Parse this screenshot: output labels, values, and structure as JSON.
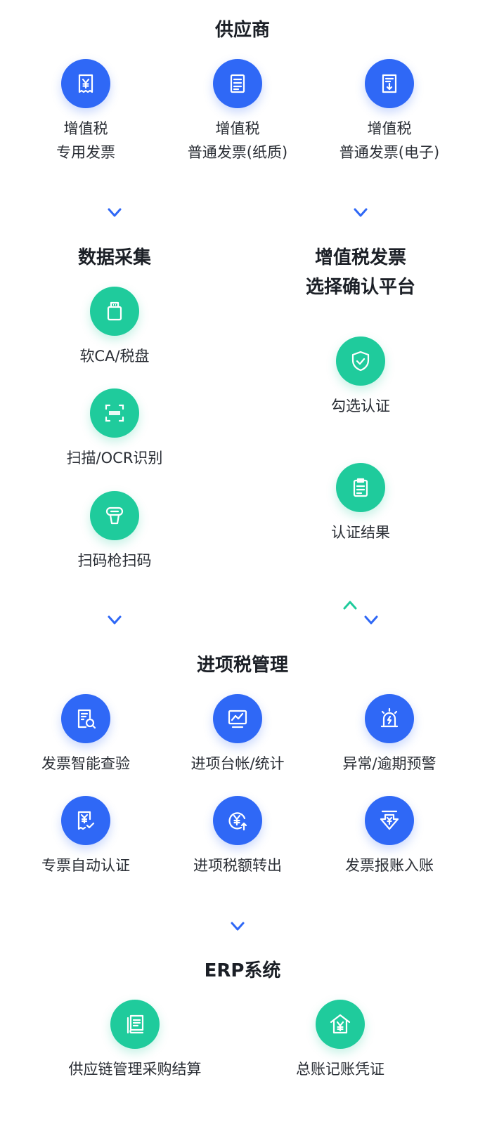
{
  "colors": {
    "blue": "#2f68f6",
    "green": "#1fcb9c",
    "text": "#2a2e35",
    "heading": "#1b1f26"
  },
  "supplier": {
    "title": "供应商",
    "items": [
      {
        "line1": "增值税",
        "line2": "专用发票",
        "icon": "vat-invoice-icon"
      },
      {
        "line1": "增值税",
        "line2": "普通发票(纸质)",
        "icon": "paper-invoice-icon"
      },
      {
        "line1": "增值税",
        "line2": "普通发票(电子)",
        "icon": "electronic-invoice-icon"
      }
    ]
  },
  "collection": {
    "title": "数据采集",
    "items": [
      {
        "label": "软CA/税盘",
        "icon": "tax-disk-icon"
      },
      {
        "label": "扫描/OCR识别",
        "icon": "scan-icon"
      },
      {
        "label": "扫码枪扫码",
        "icon": "barcode-gun-icon"
      }
    ]
  },
  "platform": {
    "title_line1": "增值税发票",
    "title_line2": "选择确认平台",
    "items": [
      {
        "label": "勾选认证",
        "icon": "shield-check-icon"
      },
      {
        "label": "认证结果",
        "icon": "clipboard-icon"
      }
    ]
  },
  "management": {
    "title": "进项税管理",
    "items": [
      {
        "label": "发票智能查验",
        "icon": "invoice-search-icon"
      },
      {
        "label": "进项台帐/统计",
        "icon": "monitor-chart-icon"
      },
      {
        "label": "异常/逾期预警",
        "icon": "alarm-icon"
      },
      {
        "label": "专票自动认证",
        "icon": "invoice-check-icon"
      },
      {
        "label": "进项税额转出",
        "icon": "yuan-transfer-icon"
      },
      {
        "label": "发票报账入账",
        "icon": "yuan-down-icon"
      }
    ]
  },
  "erp": {
    "title": "ERP系统",
    "items": [
      {
        "label": "供应链管理采购结算",
        "icon": "ledger-book-icon"
      },
      {
        "label": "总账记账凭证",
        "icon": "yuan-house-icon"
      }
    ]
  }
}
